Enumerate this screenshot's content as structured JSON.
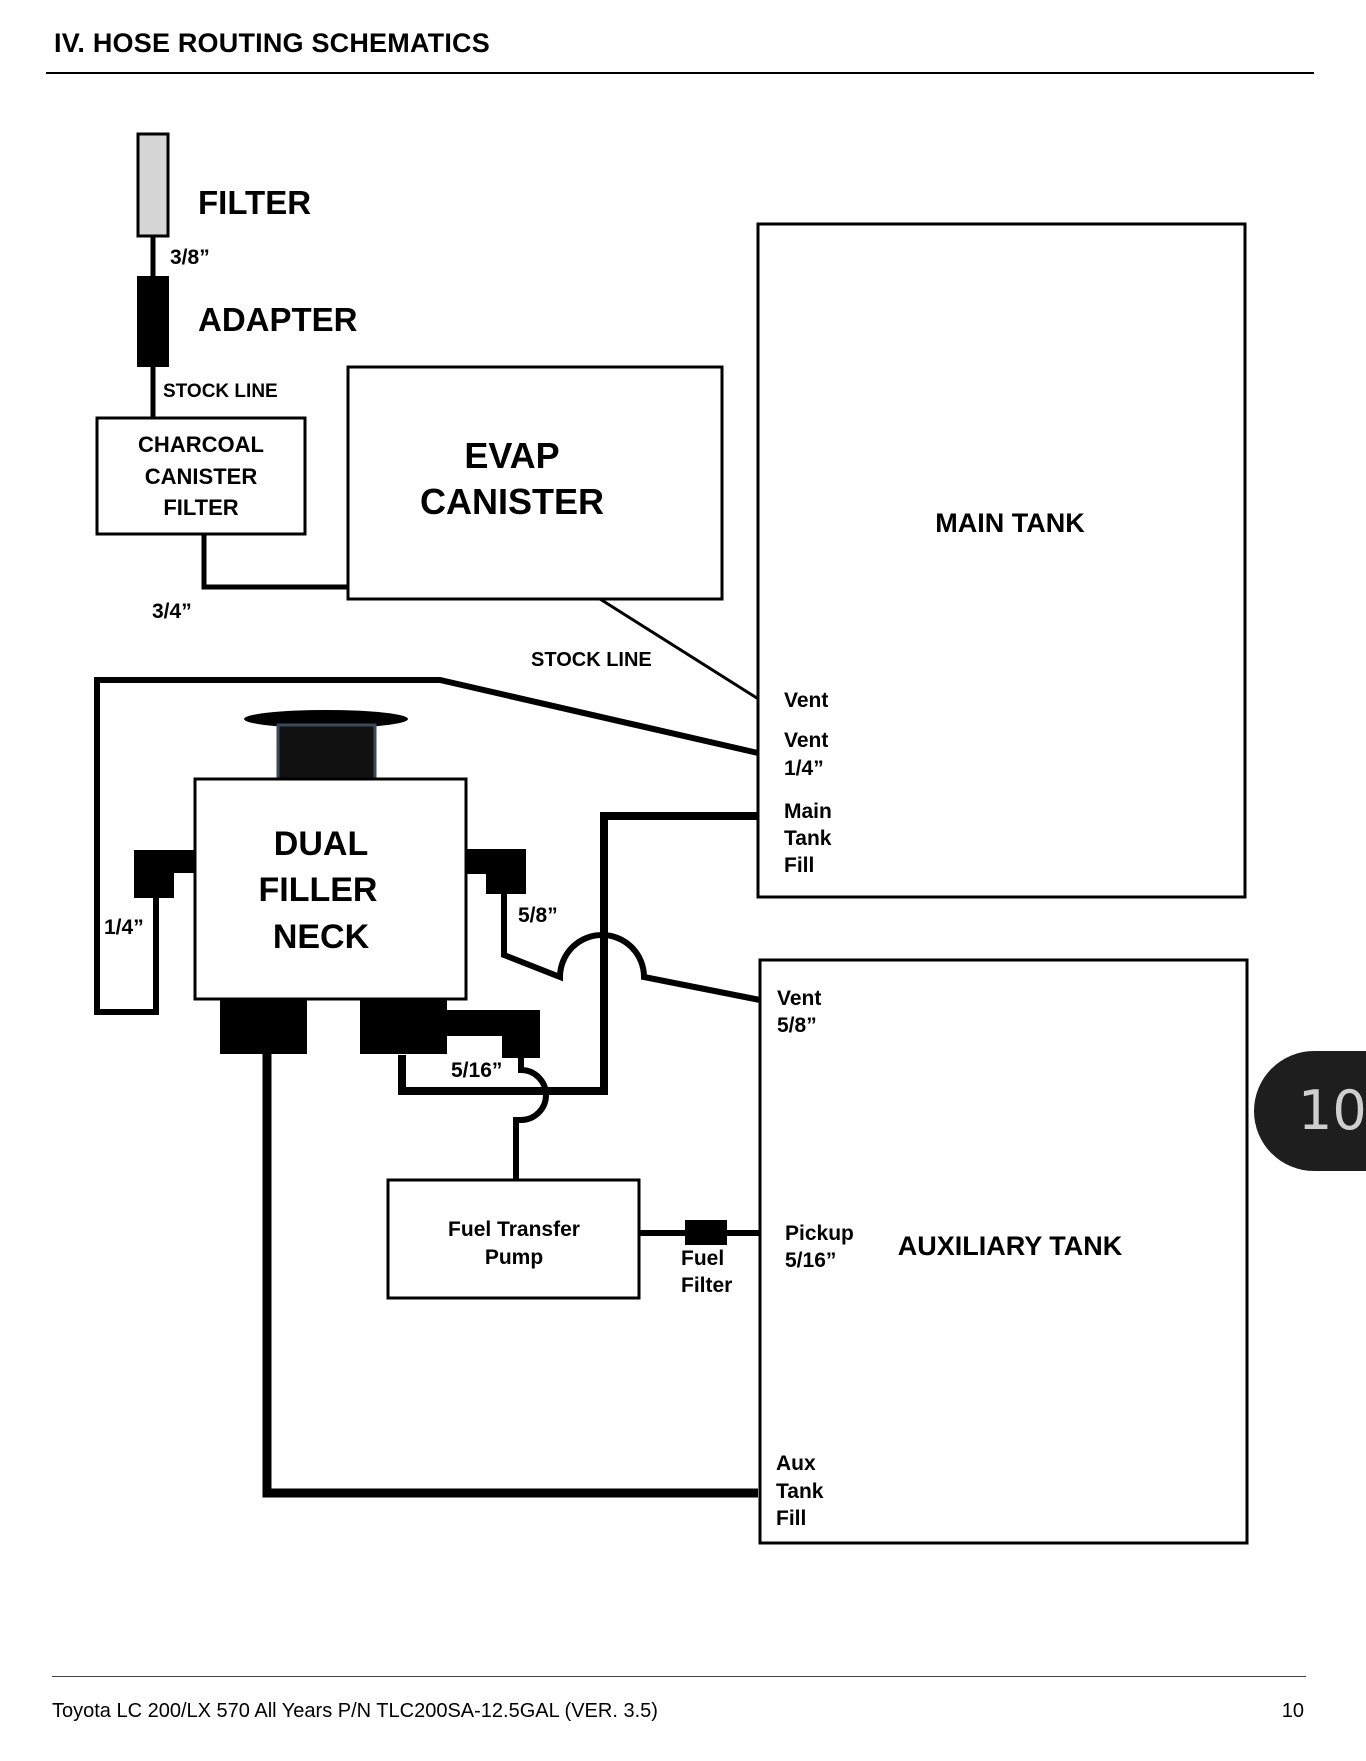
{
  "header": {
    "title": "IV.  HOSE ROUTING SCHEMATICS"
  },
  "labels": {
    "filter": "FILTER",
    "size_3_8": "3/8”",
    "adapter": "ADAPTER",
    "stock_line_top": "STOCK LINE",
    "charcoal_1": "CHARCOAL",
    "charcoal_2": "CANISTER",
    "charcoal_3": "FILTER",
    "evap_1": "EVAP",
    "evap_2": "CANISTER",
    "size_3_4": "3/4”",
    "stock_line_mid": "STOCK LINE",
    "main_tank": "MAIN TANK",
    "vent": "Vent",
    "vent_14_a": "Vent",
    "vent_14_b": "1/4”",
    "main_fill_1": "Main",
    "main_fill_2": "Tank",
    "main_fill_3": "Fill",
    "dfn_1": "DUAL",
    "dfn_2": "FILLER",
    "dfn_3": "NECK",
    "size_1_4_left": "1/4”",
    "size_5_8": "5/8”",
    "vent_58_a": "Vent",
    "vent_58_b": "5/8”",
    "size_5_16": "5/16”",
    "pump_1": "Fuel Transfer",
    "pump_2": "Pump",
    "fuel_filter_1": "Fuel",
    "fuel_filter_2": "Filter",
    "pickup_1": "Pickup",
    "pickup_2": "5/16”",
    "aux_tank": "AUXILIARY TANK",
    "aux_fill_1": "Aux",
    "aux_fill_2": "Tank",
    "aux_fill_3": "Fill"
  },
  "footer": {
    "left": "Toyota LC 200/LX 570 All Years  P/N TLC200SA-12.5GAL (VER. 3.5)",
    "page": "10"
  },
  "page_tab": {
    "number": "10"
  }
}
